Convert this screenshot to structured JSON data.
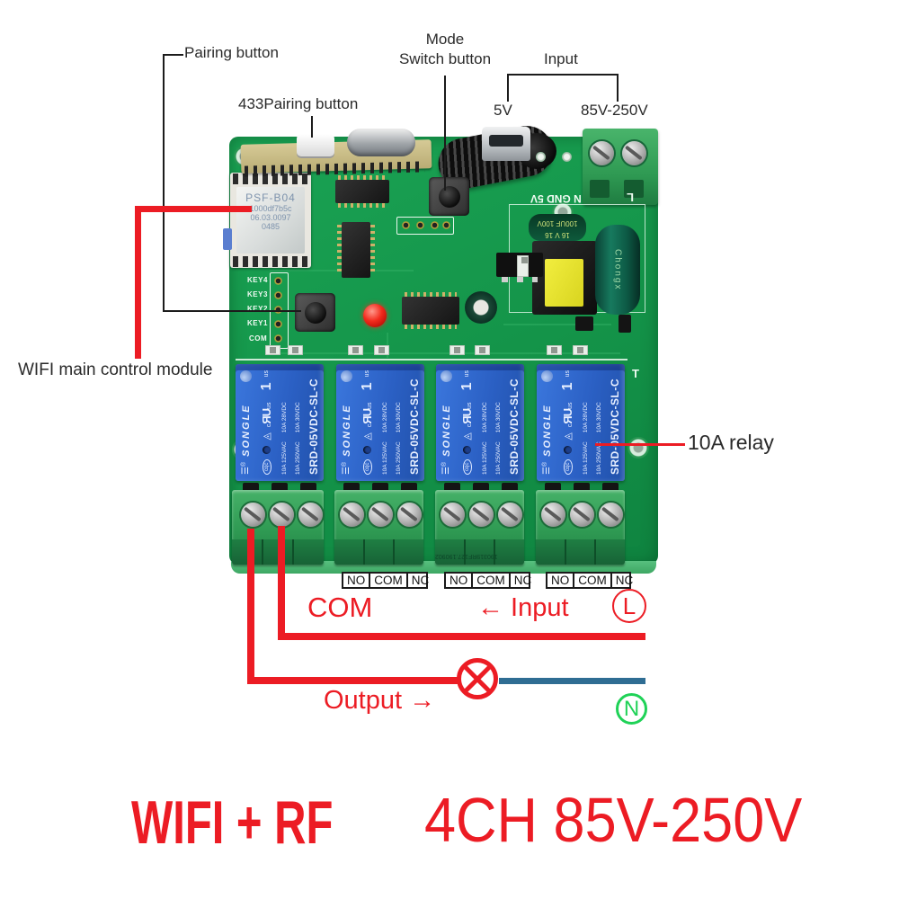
{
  "annotations": {
    "pairing_button": "Pairing button",
    "pairing_433": "433Pairing button",
    "mode_line1": "Mode",
    "mode_line2": "Switch button",
    "input": "Input",
    "input_5v": "5V",
    "input_85v": "85V-250V",
    "wifi_module": "WIFI main control module",
    "relay_10a": "10A relay"
  },
  "board": {
    "wifi": {
      "model": "PSF-B04",
      "mac": "1000df7b5c",
      "version": "06.03.0097",
      "code": "0485"
    },
    "silk": {
      "power": "N GND 5V",
      "live": "L",
      "t_mark": "T",
      "serial": "190319RF127.190902"
    },
    "keys": [
      "KEY4",
      "KEY3",
      "KEY2",
      "KEY1",
      "COM"
    ],
    "cap": {
      "line1": "16 V 16",
      "line2": "100UF 100V",
      "brand": "Chongx"
    },
    "relay": {
      "brand": "SONGLE",
      "reg": "®",
      "cqc": "cqc",
      "c": "c",
      "ru": "ЯU",
      "us": "us",
      "one": "1",
      "r1a": "10A 125VAC",
      "r1b": "10A 28VDC",
      "r2a": "10A 250VAC",
      "r2b": "10A 30VDC",
      "model": "SRD-05VDC-SL-C"
    }
  },
  "wiring": {
    "terminal_labels": [
      "NO",
      "COM",
      "NC"
    ],
    "com": "COM",
    "input": "← Input",
    "live": "L",
    "output": "Output →",
    "neutral": "N"
  },
  "footer": {
    "left": "WIFI + RF",
    "right": "4CH 85V-250V"
  },
  "colors": {
    "red": "#ec1c24",
    "blue_wire": "#2f6d93",
    "green_neutral": "#1fd257"
  }
}
